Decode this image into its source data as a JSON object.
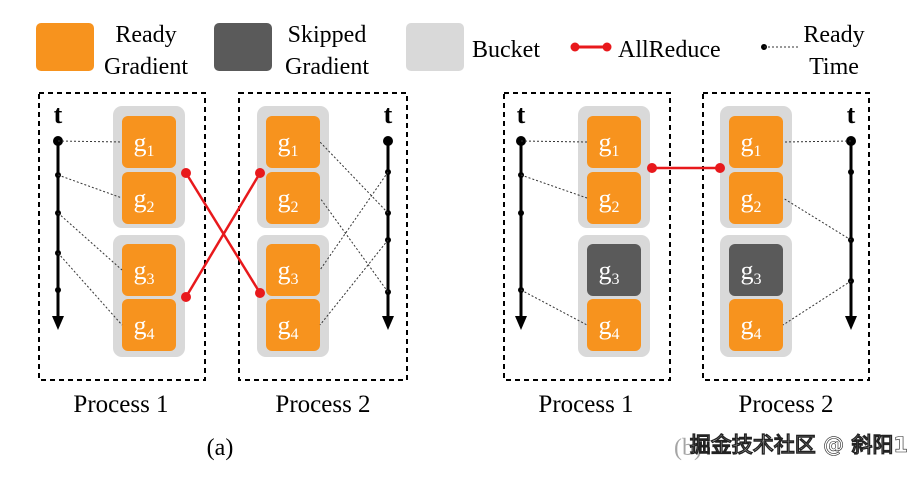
{
  "colors": {
    "ready_gradient": "#F7931E",
    "skipped_gradient": "#5A5A5A",
    "bucket": "#D9D9D9",
    "allreduce": "#E8191C",
    "axis": "#000000",
    "ready_time_line": "#333333",
    "gradient_text": "#ffffff"
  },
  "legend": {
    "ready_line1": "Ready",
    "ready_line2": "Gradient",
    "skipped_line1": "Skipped",
    "skipped_line2": "Gradient",
    "bucket": "Bucket",
    "allreduce": "AllReduce",
    "ready_time_line1": "Ready",
    "ready_time_line2": "Time"
  },
  "panels": [
    {
      "caption": "(a)",
      "processes": [
        {
          "label": "Process 1",
          "axis_label": "t",
          "gradients": [
            {
              "base": "g",
              "sub": "1",
              "state": "ready"
            },
            {
              "base": "g",
              "sub": "2",
              "state": "ready"
            },
            {
              "base": "g",
              "sub": "3",
              "state": "ready"
            },
            {
              "base": "g",
              "sub": "4",
              "state": "ready"
            }
          ]
        },
        {
          "label": "Process 2",
          "axis_label": "t",
          "gradients": [
            {
              "base": "g",
              "sub": "1",
              "state": "ready"
            },
            {
              "base": "g",
              "sub": "2",
              "state": "ready"
            },
            {
              "base": "g",
              "sub": "3",
              "state": "ready"
            },
            {
              "base": "g",
              "sub": "4",
              "state": "ready"
            }
          ]
        }
      ]
    },
    {
      "caption": "(b)",
      "processes": [
        {
          "label": "Process 1",
          "axis_label": "t",
          "gradients": [
            {
              "base": "g",
              "sub": "1",
              "state": "ready"
            },
            {
              "base": "g",
              "sub": "2",
              "state": "ready"
            },
            {
              "base": "g",
              "sub": "3",
              "state": "skipped"
            },
            {
              "base": "g",
              "sub": "4",
              "state": "ready"
            }
          ]
        },
        {
          "label": "Process 2",
          "axis_label": "t",
          "gradients": [
            {
              "base": "g",
              "sub": "1",
              "state": "ready"
            },
            {
              "base": "g",
              "sub": "2",
              "state": "ready"
            },
            {
              "base": "g",
              "sub": "3",
              "state": "skipped"
            },
            {
              "base": "g",
              "sub": "4",
              "state": "ready"
            }
          ]
        }
      ]
    }
  ],
  "watermark": "掘金技术社区 @ 斜阳1"
}
